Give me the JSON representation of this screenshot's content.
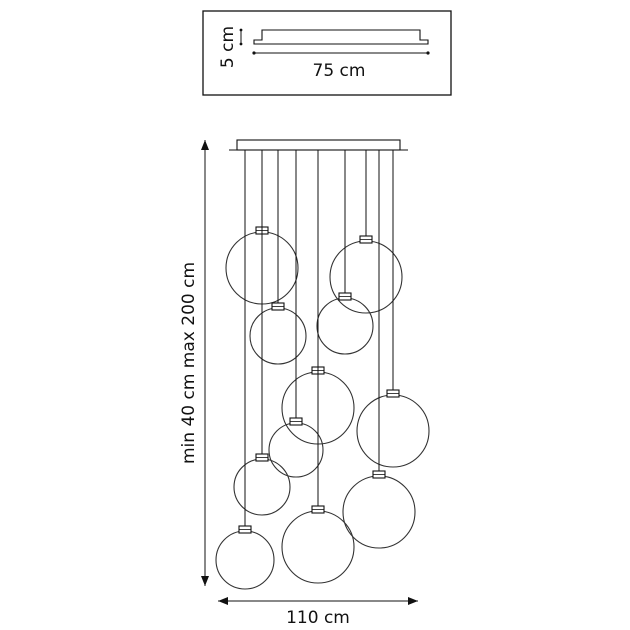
{
  "colors": {
    "line": "#111111",
    "globe": "#333333",
    "background": "#ffffff"
  },
  "top_view": {
    "height_label": "5 cm",
    "width_label": "75 cm"
  },
  "dimensions": {
    "height_label": "min 40 cm max 200 cm",
    "width_label": "110 cm"
  },
  "globe_count": 11
}
